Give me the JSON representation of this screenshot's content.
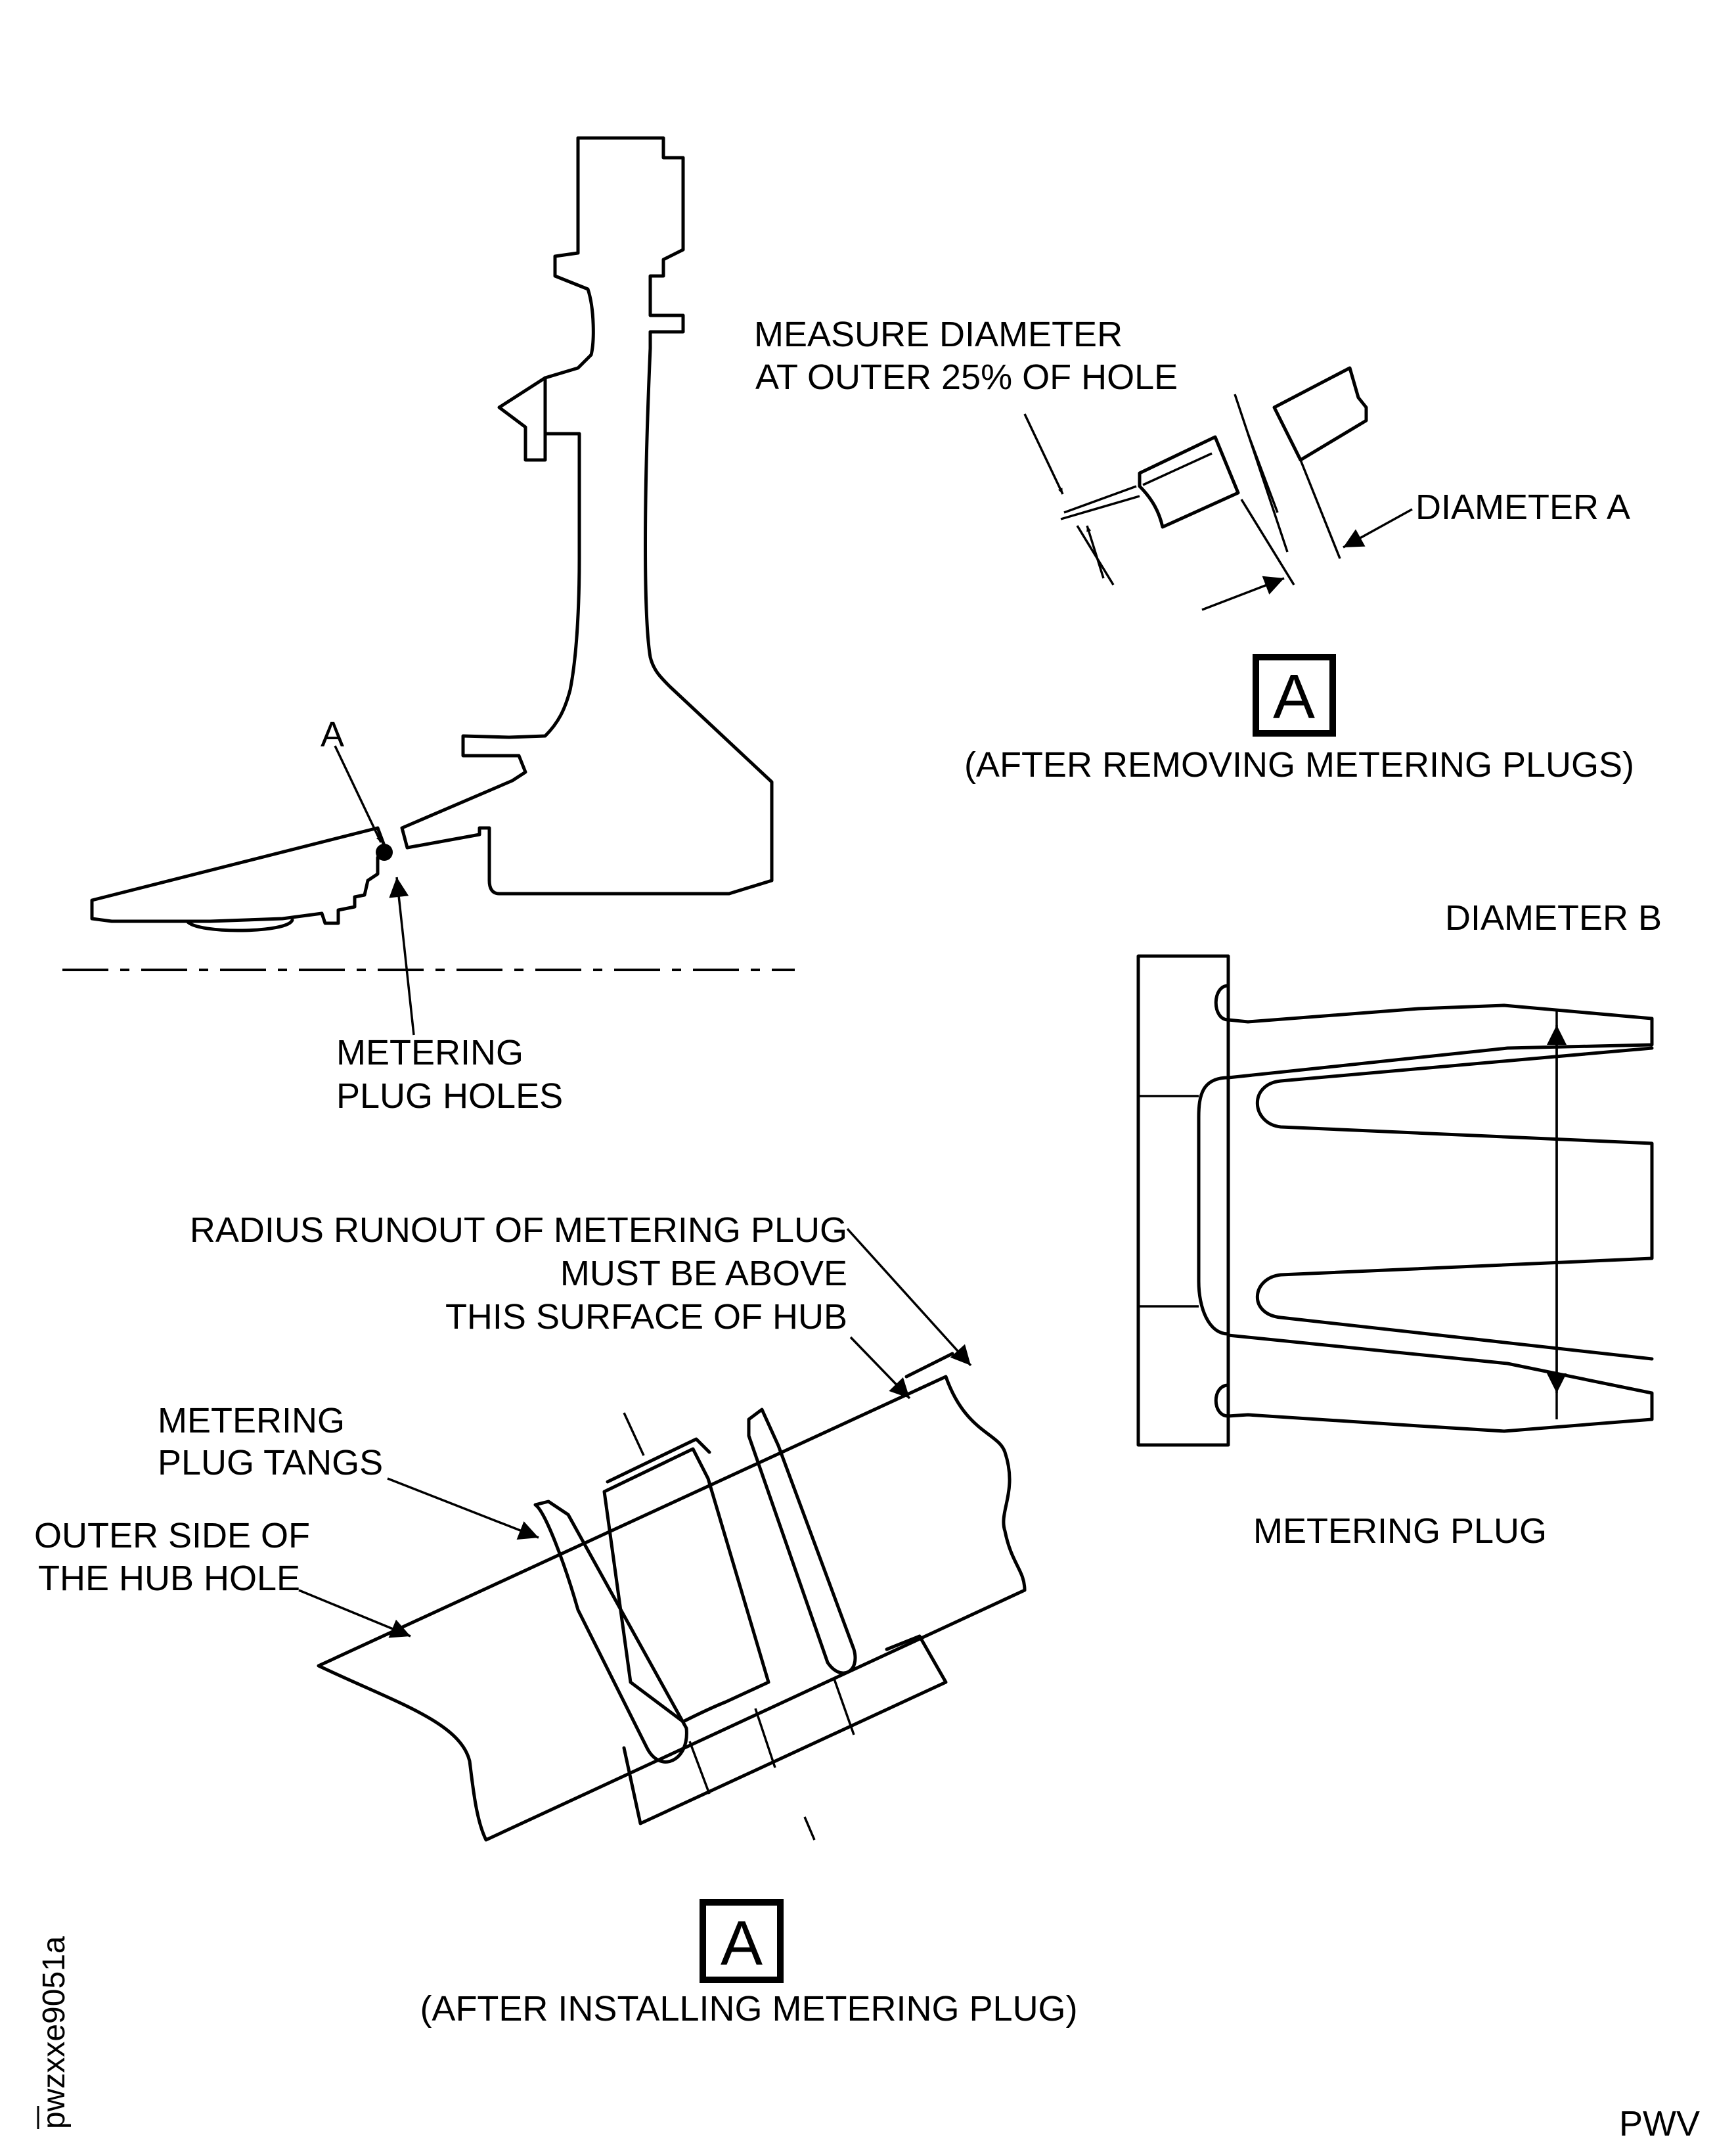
{
  "labels": {
    "detail_ref": "A",
    "metering_plug_holes_1": "METERING",
    "metering_plug_holes_2": "PLUG HOLES",
    "measure_diameter_1": "MEASURE DIAMETER",
    "measure_diameter_2": "AT OUTER 25% OF HOLE",
    "diameter_a": "DIAMETER A",
    "view_a_letter_1": "A",
    "view_a_caption_1": "(AFTER REMOVING METERING PLUGS)",
    "diameter_b": "DIAMETER B",
    "metering_plug": "METERING PLUG",
    "radius_runout_1": "RADIUS RUNOUT OF METERING PLUG",
    "radius_runout_2": "MUST BE ABOVE",
    "radius_runout_3": "THIS SURFACE OF HUB",
    "plug_tangs_1": "METERING",
    "plug_tangs_2": "PLUG TANGS",
    "outer_side_1": "OUTER SIDE OF",
    "outer_side_2": "THE HUB HOLE",
    "view_a_letter_2": "A",
    "view_a_caption_2": "(AFTER INSTALLING METERING PLUG)",
    "figure_id": "pwzxxe9051a",
    "footer_code": "PWV"
  }
}
